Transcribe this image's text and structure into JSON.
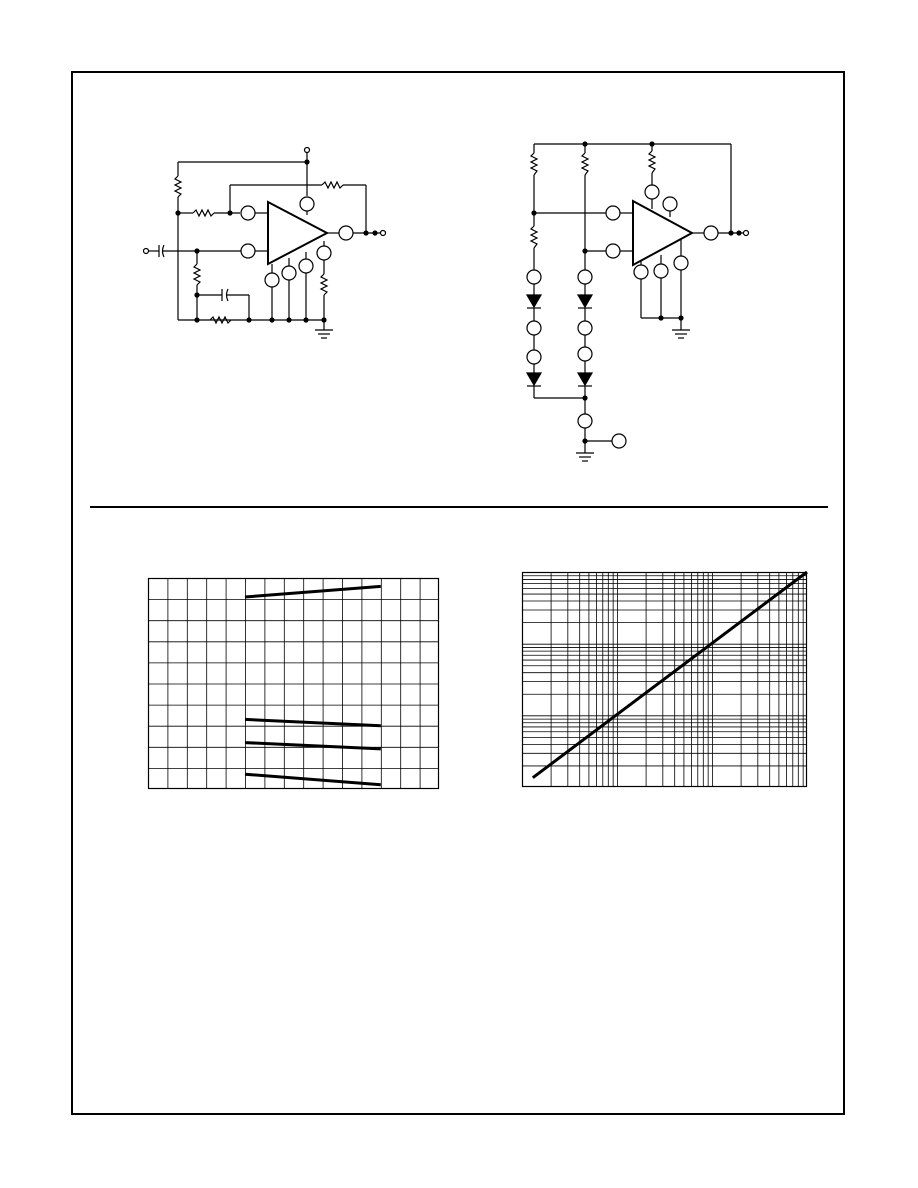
{
  "colors": {
    "ink": "#000000",
    "paper": "#ffffff"
  },
  "icons": {
    "op_amp": "triangle-amplifier-icon",
    "resistor": "zigzag-resistor-icon",
    "capacitor": "capacitor-icon",
    "diode": "diode-icon",
    "ground": "ground-icon",
    "pin": "pin-circle-icon",
    "terminal": "open-terminal-icon"
  },
  "chart_data": [
    {
      "type": "line",
      "grid": true,
      "xscale": "linear",
      "yscale": "linear",
      "xlim": [
        0,
        15
      ],
      "ylim": [
        0,
        10
      ],
      "series": [
        {
          "x": [
            5,
            12
          ],
          "y": [
            9.1,
            9.6
          ]
        },
        {
          "x": [
            5,
            12
          ],
          "y": [
            3.3,
            3.0
          ]
        },
        {
          "x": [
            5,
            12
          ],
          "y": [
            2.2,
            1.9
          ]
        },
        {
          "x": [
            5,
            12
          ],
          "y": [
            0.7,
            0.2
          ]
        }
      ]
    },
    {
      "type": "line",
      "grid": true,
      "xscale": "log",
      "yscale": "log",
      "xlim": [
        1,
        1000
      ],
      "ylim": [
        1,
        1000
      ],
      "series": [
        {
          "x": [
            1.3,
            1000
          ],
          "y": [
            1.35,
            1000
          ]
        }
      ]
    }
  ]
}
